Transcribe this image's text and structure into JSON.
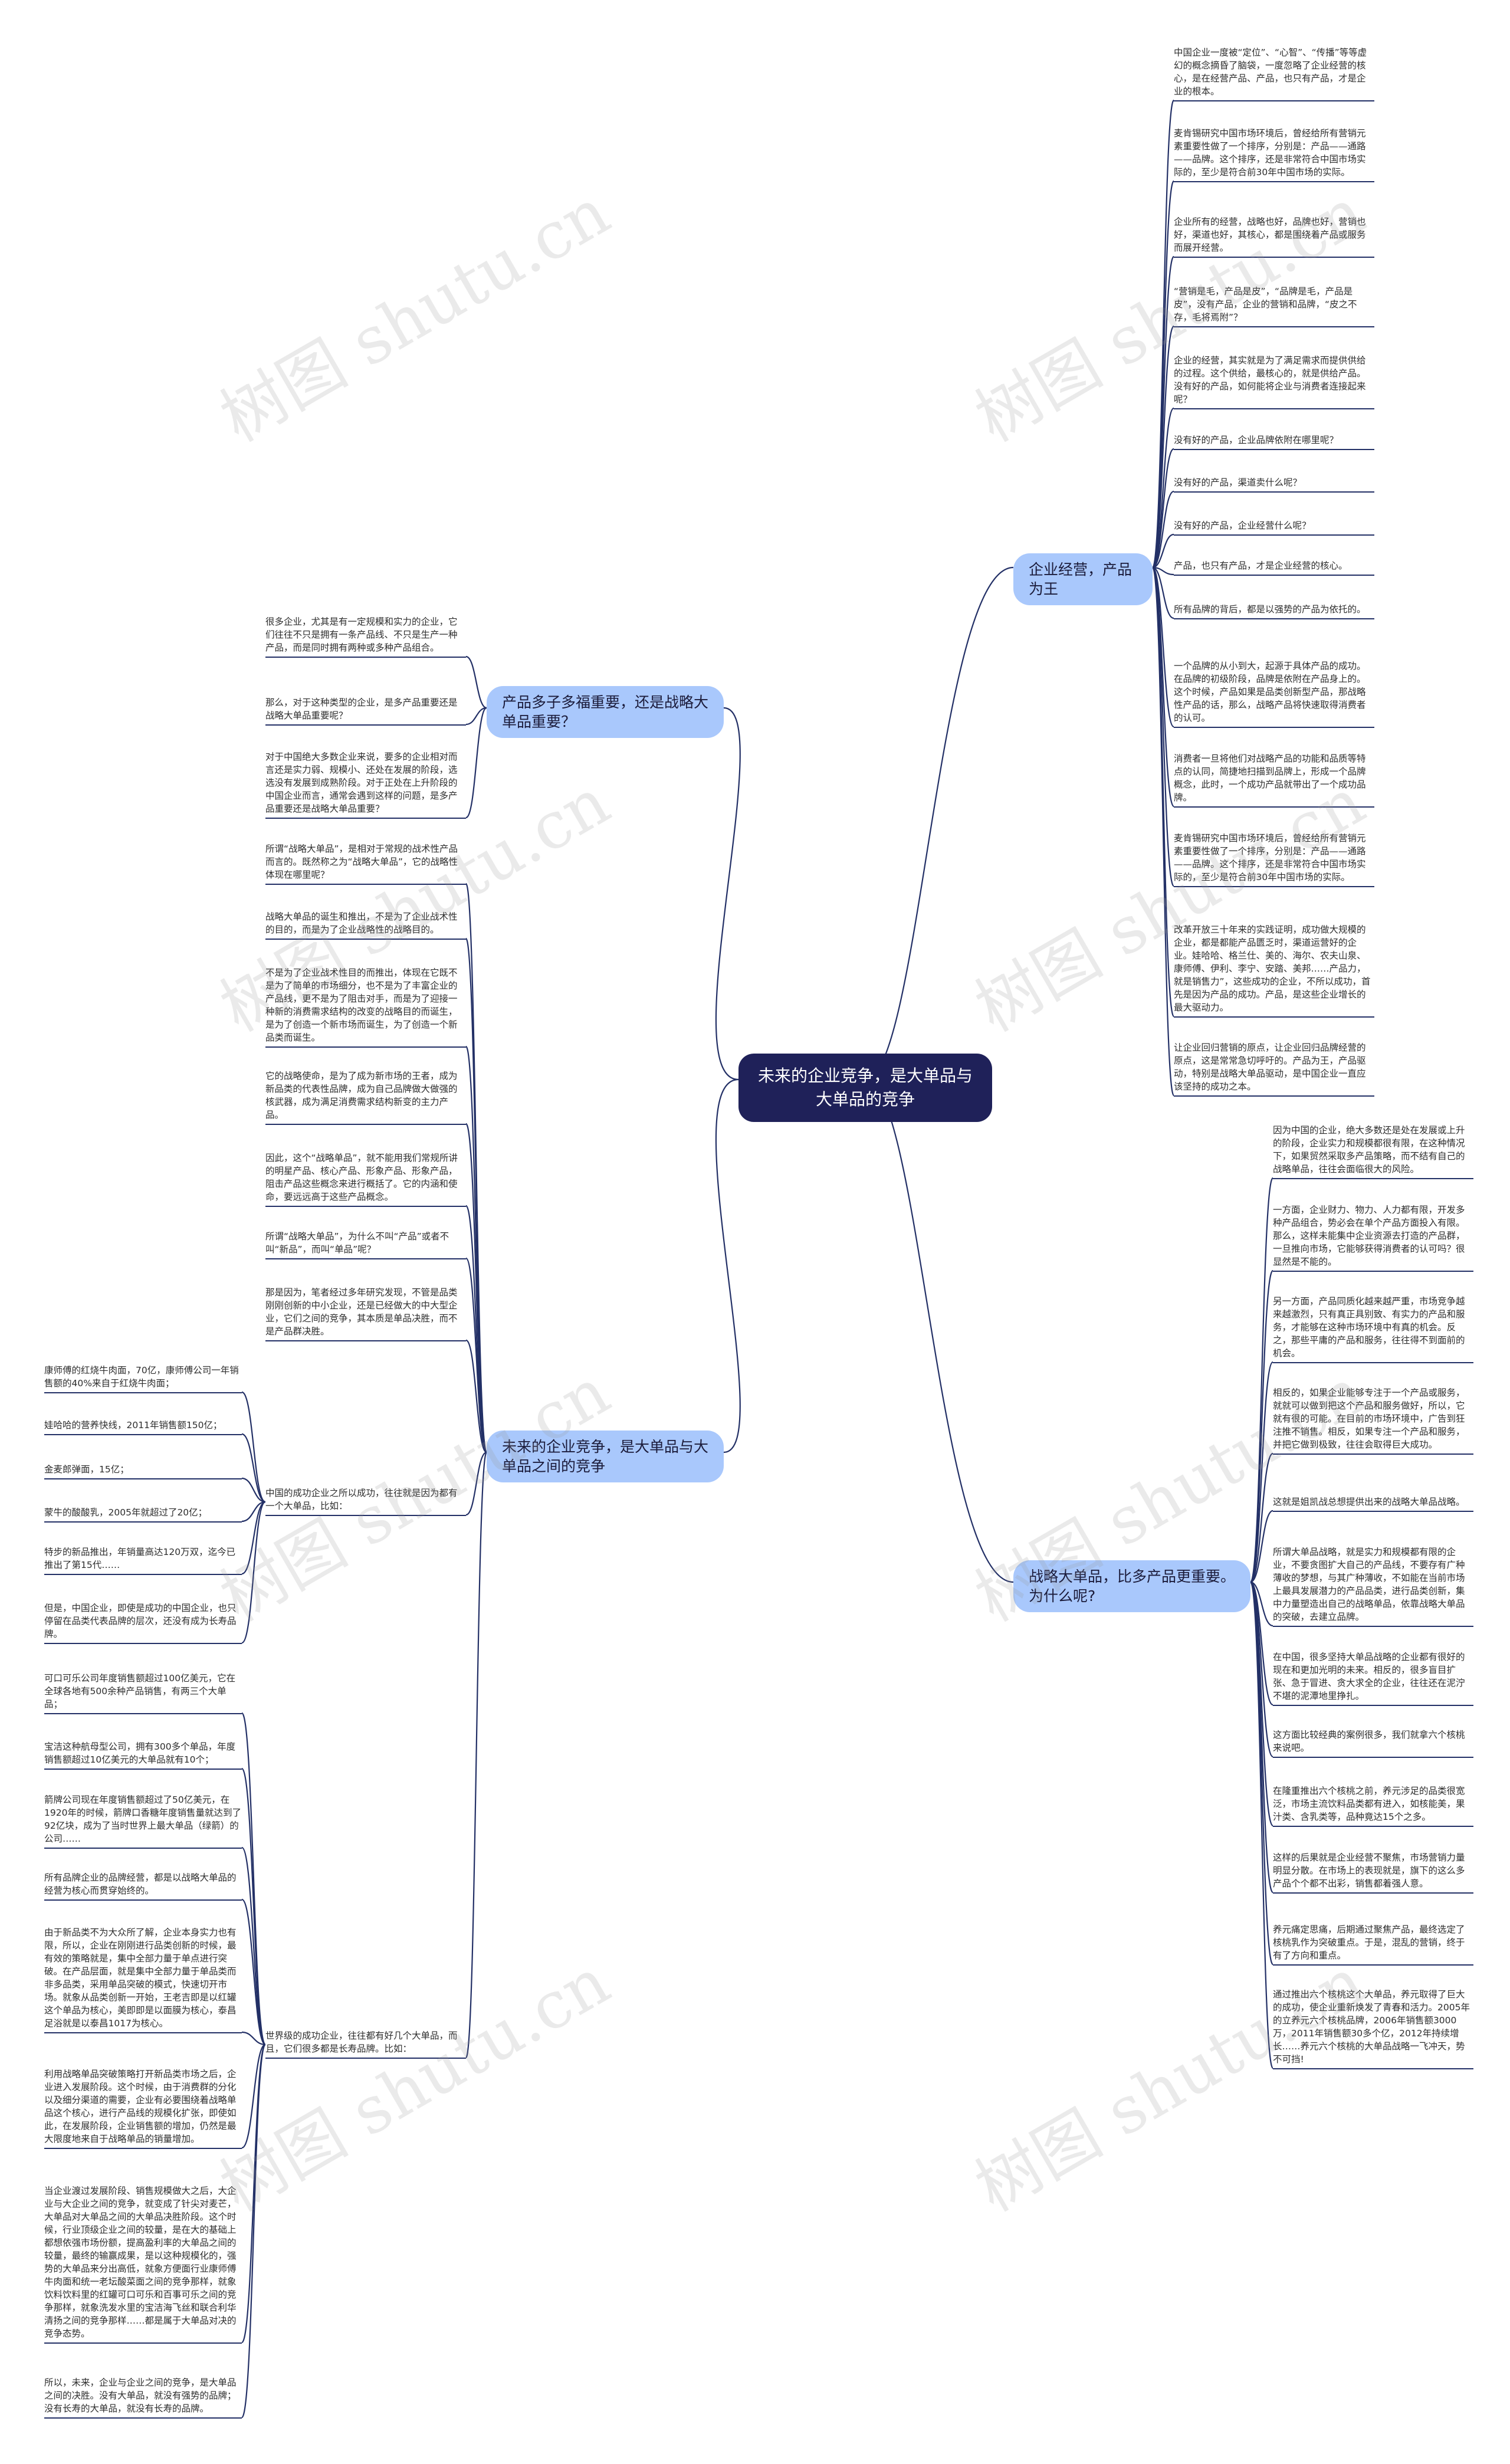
{
  "root": "未来的企业竞争，是大单品与大单品的竞争",
  "branches": [
    {
      "id": "b1",
      "label": "企业经营，产品为王",
      "leaves": [
        "中国企业一度被“定位”、“心智”、“传播”等等虚幻的概念摘昏了脑袋，一度忽略了企业经营的核心，是在经营产品、产品，也只有产品，才是企业的根本。",
        "麦肯锡研究中国市场环境后，曾经给所有营销元素重要性做了一个排序，分别是：产品——通路——品牌。这个排序，还是非常符合中国市场实际的，至少是符合前30年中国市场的实际。",
        "企业所有的经营，战略也好，品牌也好，营销也好，渠道也好，其核心，都是围绕着产品或服务而展开经营。",
        "“营销是毛，产品是皮”，“品牌是毛，产品是皮”，没有产品，企业的营销和品牌，“皮之不存，毛将焉附”？",
        "企业的经营，其实就是为了满足需求而提供供给的过程。这个供给，最核心的，就是供给产品。没有好的产品，如何能将企业与消费者连接起来呢？",
        "没有好的产品，企业品牌依附在哪里呢？",
        "没有好的产品，渠道卖什么呢？",
        "没有好的产品，企业经营什么呢？",
        "产品，也只有产品，才是企业经营的核心。",
        "所有品牌的背后，都是以强势的产品为依托的。",
        "一个品牌的从小到大，起源于具体产品的成功。在品牌的初级阶段，品牌是依附在产品身上的。这个时候，产品如果是品类创新型产品，那战略性产品的话，那么，战略产品将快速取得消费者的认可。",
        "消费者一旦将他们对战略产品的功能和品质等特点的认同，简捷地扫描到品牌上，形成一个品牌概念，此时，一个成功产品就带出了一个成功品牌。",
        "麦肯锡研究中国市场环境后，曾经给所有营销元素重要性做了一个排序，分别是：产品——通路——品牌。这个排序，还是非常符合中国市场实际的，至少是符合前30年中国市场的实际。",
        "改革开放三十年来的实践证明，成功做大规模的企业，都是都能产品匮乏时，渠道运营好的企业。娃哈哈、格兰仕、美的、海尔、农夫山泉、康师傅、伊利、李宁、安踏、美邦……产品力，就是销售力”，这些成功的企业，不所以成功，首先是因为产品的成功。产品，是这些企业增长的最大驱动力。",
        "让企业回归营销的原点，让企业回归品牌经营的原点，这是常常急切呼吁的。产品为王，产品驱动，特别是战略大单品驱动，是中国企业一直应该坚持的成功之本。"
      ]
    },
    {
      "id": "b2",
      "label": "产品多子多福重要，还是战略大单品重要？",
      "leaves": [
        "很多企业，尤其是有一定规模和实力的企业，它们往往不只是拥有一条产品线、不只是生产一种产品，而是同时拥有两种或多种产品组合。",
        "那么，对于这种类型的企业，是多产品重要还是战略大单品重要呢？",
        "对于中国绝大多数企业来说，要多的企业相对而言还是实力弱、规模小、还处在发展的阶段，选选没有发展到成熟阶段。对于正处在上升阶段的中国企业而言，通常会遇到这样的问题，是多产品重要还是战略大单品重要？"
      ]
    },
    {
      "id": "b3",
      "label": "未来的企业竞争，是大单品与大单品之间的竞争",
      "leaves": [
        "所谓“战略大单品”，是相对于常规的战术性产品而言的。既然称之为“战略大单品”，它的战略性体现在哪里呢？",
        "战略大单品的诞生和推出，不是为了企业战术性的目的，而是为了企业战略性的战略目的。",
        "不是为了企业战术性目的而推出，体现在它既不是为了简单的市场细分，也不是为了丰富企业的产品线，更不是为了阻击对手，而是为了迎接一种新的消费需求结构的改变的战略目的而诞生，是为了创造一个新市场而诞生，为了创造一个新品类而诞生。",
        "它的战略使命，是为了成为新市场的王者，成为新品类的代表性品牌，成为自己品牌做大做强的核武器，成为满足消费需求结构新变的主力产品。",
        "因此，这个“战略单品”，就不能用我们常规所讲的明星产品、核心产品、形象产品、形象产品，阻击产品这些概念来进行概括了。它的内涵和使命，要远远高于这些产品概念。",
        "所谓“战略大单品”，为什么不叫“产品”或者不叫“新品”，而叫“单品”呢？",
        "那是因为，笔者经过多年研究发现，不管是品类刚刚创新的中小企业，还是已经做大的中大型企业，它们之间的竞争，其本质是单品决胜，而不是产品群决胜。",
        "中国的成功企业之所以成功，往往就是因为都有一个大单品，比如：",
        "世界级的成功企业，往往都有好几个大单品，而且，它们很多都是长寿品牌。比如："
      ],
      "sub_a": [
        "康师傅的红烧牛肉面，70亿，康师傅公司一年销售额的40%来自于红烧牛肉面；",
        "娃哈哈的营养快线，2011年销售额150亿；",
        "金麦郎弹面，15亿；",
        "蒙牛的酸酸乳，2005年就超过了20亿；",
        "特步的新品推出，年销量高达120万双，迄今已推出了第15代……",
        "但是，中国企业，即使是成功的中国企业，也只停留在品类代表品牌的层次，还没有成为长寿品牌。"
      ],
      "sub_b": [
        "可口可乐公司年度销售额超过100亿美元，它在全球各地有500余种产品销售，有两三个大单品；",
        "宝洁这种航母型公司，拥有300多个单品，年度销售额超过10亿美元的大单品就有10个；",
        "箭牌公司现在年度销售额超过了50亿美元，在1920年的时候，箭牌口香糖年度销售量就达到了92亿块，成为了当时世界上最大单品（绿箭）的公司……",
        "所有品牌企业的品牌经营，都是以战略大单品的经营为核心而贯穿始终的。",
        "由于新品类不为大众所了解，企业本身实力也有限，所以，企业在刚刚进行品类创新的时候，最有效的策略就是，集中全部力量于单点进行突破。在产品层面，就是集中全部力量于单品类而非多品类，采用单品突破的模式，快速切开市场。就象从品类创新一开始，王老吉即是以红罐这个单品为核心，美即即是以面膜为核心，泰昌足浴就是以泰昌1017为核心。",
        "利用战略单品突破策略打开新品类市场之后，企业进入发展阶段。这个时候，由于消费群的分化以及细分渠道的需要，企业有必要围绕着战略单品这个核心，进行产品线的规模化扩张，即使如此，在发展阶段，企业销售额的增加，仍然是最大限度地来自于战略单品的销量增加。",
        "当企业渡过发展阶段、销售规模做大之后，大企业与大企业之间的竞争，就变成了针尖对麦芒，大单品对大单品之间的大单品决胜阶段。这个时候，行业顶级企业之间的较量，是在大的基础上都想依强市场份额，提高盈利率的大单品之间的较量，最终的输赢成果，是以这种规模化的，强势的大单品来分出高低，就象方便面行业康师傅牛肉面和统一老坛酸菜面之间的竞争那样，就象饮料饮料里的红罐可口可乐和百事可乐之间的竞争那样，就象洗发水里的宝洁海飞丝和联合利华清扬之间的竞争那样……都是属于大单品对决的竞争态势。",
        "所以，未来，企业与企业之间的竞争，是大单品之间的决胜。没有大单品，就没有强势的品牌；没有长寿的大单品，就没有长寿的品牌。"
      ]
    },
    {
      "id": "b4",
      "label": "战略大单品，比多产品更重要。为什么呢?",
      "leaves": [
        "因为中国的企业，绝大多数还是处在发展或上升的阶段，企业实力和规模都很有限，在这种情况下，如果贸然采取多产品策略，而不结有自己的战略单品，往往会面临很大的风险。",
        "一方面，企业财力、物力、人力都有限，开发多种产品组合，势必会在单个产品方面投入有限。那么，这样未能集中企业资源去打造的产品群，一旦推向市场，它能够获得消费者的认可吗？很显然是不能的。",
        "另一方面，产品同质化越来越严重，市场竞争越来越激烈，只有真正具别致、有实力的产品和服务，才能够在这种市场环境中有真的机会。反之，那些平庸的产品和服务，往往得不到面前的机会。",
        "相反的，如果企业能够专注于一个产品或服务，就就可以做到把这个产品和服务做好，所以，它就有很的可能。在目前的市场环境中，广告到狂注推不销售。相反，如果专注一个产品和服务，并把它做到极致，往往会取得巨大成功。",
        "这就是姐凯战总想提供出来的战略大单品战略。",
        "所谓大单品战略，就是实力和规模都有限的企业，不要贪图扩大自己的产品线，不要存有广种薄收的梦想，与其广种薄收，不如能在当前市场上最具发展潜力的产品品类，进行品类创新，集中力量塑造出自己的战略单品，依靠战略大单品的突破，去建立品牌。",
        "在中国，很多坚持大单品战略的企业都有很好的现在和更加光明的未来。相反的，很多盲目扩张、急于冒进、贪大求全的企业，往往还在泥泞不堪的泥潭地里挣扎。",
        "这方面比较经典的案例很多，我们就拿六个核桃来说吧。",
        "在隆重推出六个核桃之前，养元涉足的品类很宽泛，市场主流饮料品类都有进入，如核能美，果汁类、含乳类等，品种竟达15个之多。",
        "这样的后果就是企业经营不聚焦，市场营销力量明显分散。在市场上的表现就是，旗下的这么多产品个个都不出彩，销售都着强人意。",
        "养元痛定思痛，后期通过聚焦产品，最终选定了核桃乳作为突破重点。于是，混乱的营销，终于有了方向和重点。",
        "通过推出六个核桃这个大单品，养元取得了巨大的成功，使企业重新焕发了青春和活力。2005年的立养元六个核桃品牌，2006年销售额3000万，2011年销售额30多个亿，2012年持续增长……养元六个核桃的大单品战略一飞冲天，势不可挡!"
      ]
    }
  ],
  "watermark": "树图 shutu.cn"
}
